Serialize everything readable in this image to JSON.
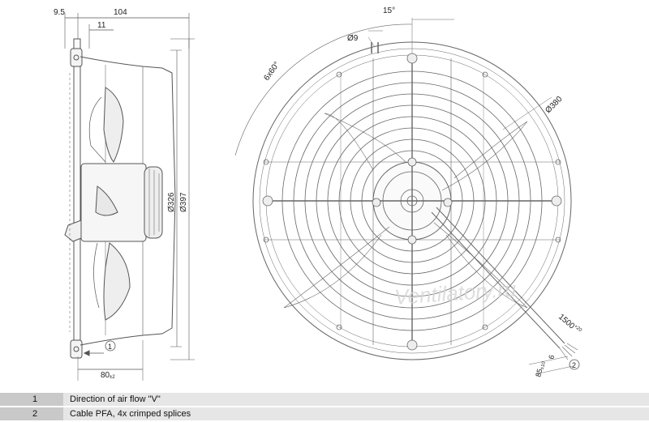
{
  "dimensions": {
    "d_9_5": "9.5",
    "d_104": "104",
    "d_11": "11",
    "d_15deg": "15°",
    "d_phi9": "Ø9",
    "d_6x60": "6x60°",
    "d_phi380": "Ø380",
    "d_phi326": "Ø326",
    "d_phi397": "Ø397",
    "d_80": "80",
    "d_80_tol": "±2",
    "d_1500": "1500",
    "d_1500_tol": "+20",
    "d_6": "6",
    "d_85": "85",
    "d_85_tol": "±10"
  },
  "callouts": {
    "c1": "1",
    "c2": "2"
  },
  "watermark": "Ventilatory.ru",
  "legend": [
    {
      "num": "1",
      "text": "Direction of air flow \"V\""
    },
    {
      "num": "2",
      "text": "Cable PFA, 4x crimped splices"
    }
  ]
}
